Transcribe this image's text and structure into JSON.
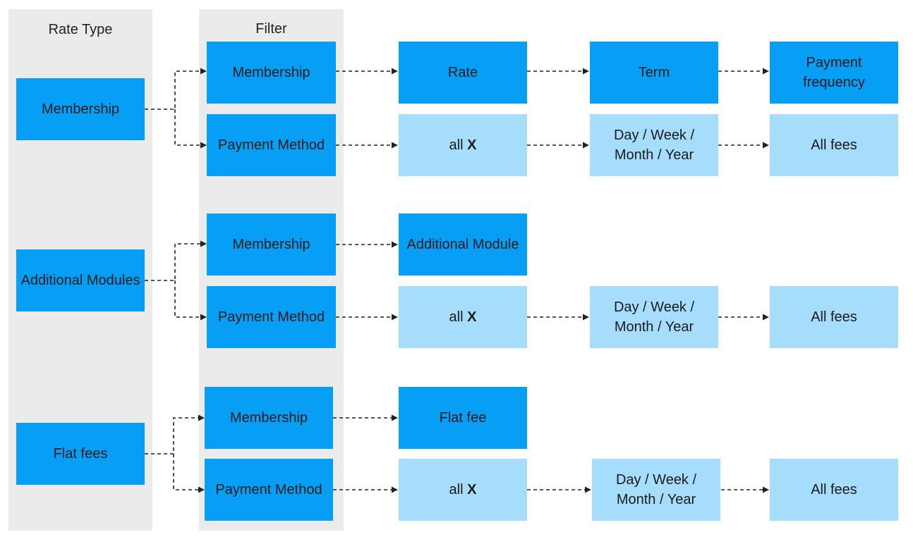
{
  "columns": {
    "rate_type": "Rate Type",
    "filter": "Filter"
  },
  "groups": [
    {
      "rate_type": "Membership",
      "membership_row": [
        "Membership",
        "Rate",
        "Term",
        "Payment frequency"
      ],
      "payment_row": {
        "filter": "Payment Method",
        "all": "all",
        "x": "X",
        "period": "Day / Week / Month / Year",
        "fees": "All fees"
      }
    },
    {
      "rate_type": "Additional Modules",
      "membership_row": [
        "Membership",
        "Additional Module"
      ],
      "payment_row": {
        "filter": "Payment Method",
        "all": "all",
        "x": "X",
        "period": "Day / Week / Month / Year",
        "fees": "All fees"
      }
    },
    {
      "rate_type": "Flat fees",
      "membership_row": [
        "Membership",
        "Flat fee"
      ],
      "payment_row": {
        "filter": "Payment Method",
        "all": "all",
        "x": "X",
        "period": "Day / Week / Month / Year",
        "fees": "All fees"
      }
    }
  ],
  "colors": {
    "primary_box": "#069ff5",
    "secondary_box": "#a6ddfd",
    "column_background": "#ebebeb",
    "connector": "#222222"
  }
}
